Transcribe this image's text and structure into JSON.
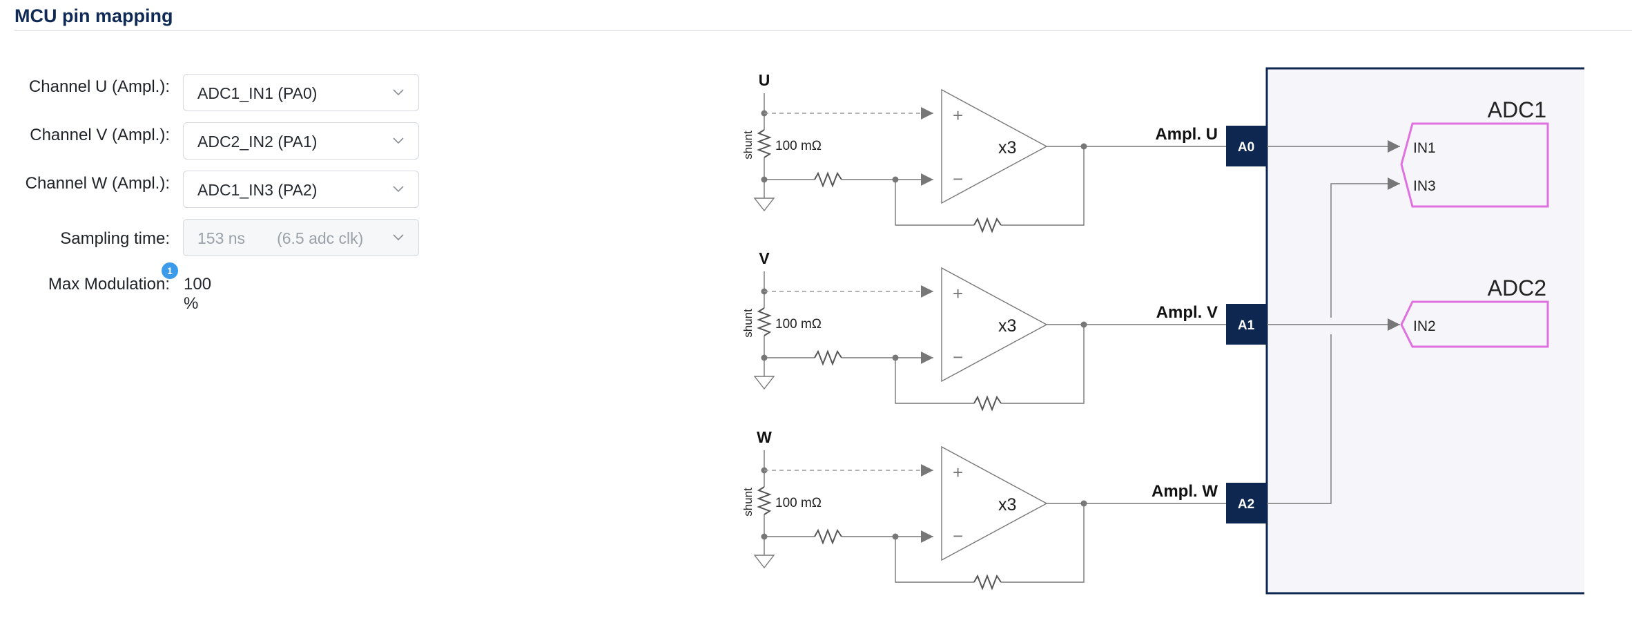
{
  "section": {
    "title": "MCU pin mapping"
  },
  "form": {
    "fields": [
      {
        "label": "Channel U (Ampl.):",
        "value": "ADC1_IN1 (PA0)"
      },
      {
        "label": "Channel V (Ampl.):",
        "value": "ADC2_IN2 (PA1)"
      },
      {
        "label": "Channel W (Ampl.):",
        "value": "ADC1_IN3 (PA2)"
      }
    ],
    "sampling": {
      "label": "Sampling time:",
      "value": "153 ns",
      "detail": "(6.5 adc clk)"
    },
    "modulation": {
      "label": "Max Modulation:",
      "value": "100 %",
      "badge": "1"
    }
  },
  "schematic": {
    "channels": [
      {
        "phase": "U",
        "shunt_label": "shunt",
        "resistance": "100 mΩ",
        "plus": "+",
        "minus": "−",
        "gain": "x3",
        "ampl_label": "Ampl. U",
        "pin": "A0"
      },
      {
        "phase": "V",
        "shunt_label": "shunt",
        "resistance": "100 mΩ",
        "plus": "+",
        "minus": "−",
        "gain": "x3",
        "ampl_label": "Ampl. V",
        "pin": "A1"
      },
      {
        "phase": "W",
        "shunt_label": "shunt",
        "resistance": "100 mΩ",
        "plus": "+",
        "minus": "−",
        "gain": "x3",
        "ampl_label": "Ampl. W",
        "pin": "A2"
      }
    ],
    "adcs": [
      {
        "name": "ADC1",
        "inputs": [
          "IN1",
          "IN3"
        ]
      },
      {
        "name": "ADC2",
        "inputs": [
          "IN2"
        ]
      }
    ],
    "colors": {
      "adc_outline": "#e070e0",
      "pin_fill": "#0d2750",
      "wire": "#777777",
      "mcu_fill": "#f5f5fa",
      "mcu_border": "#0d2750"
    }
  }
}
